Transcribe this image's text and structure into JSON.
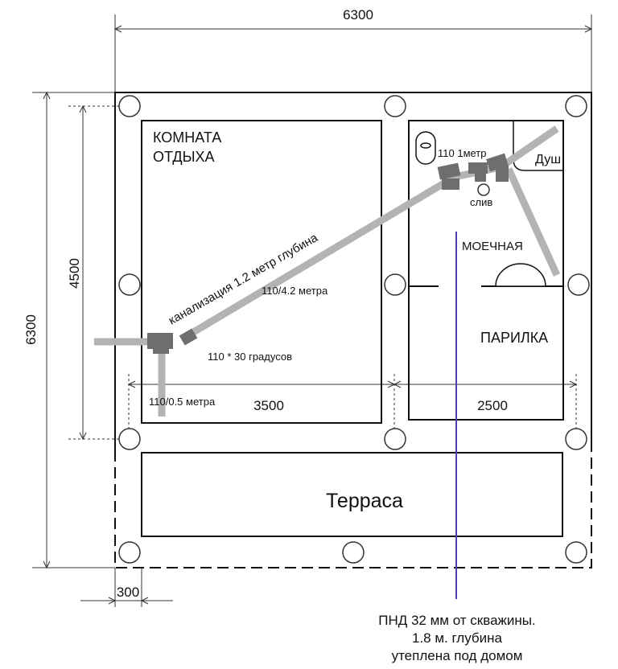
{
  "dimensions": {
    "top_width": "6300",
    "left_height": "6300",
    "inner_height": "4500",
    "room_width_left": "3500",
    "room_width_right": "2500",
    "post_offset": "300"
  },
  "rooms": {
    "rest_room_line1": "КОМНАТА",
    "rest_room_line2": "ОТДЫХА",
    "shower": "Душ",
    "washroom": "МОЕЧНАЯ",
    "steam_room": "ПАРИЛКА",
    "terrace": "Терраса"
  },
  "pipes": {
    "main_pipe_label": "канализация 1.2 метр глубина",
    "pipe_long": "110/4.2 метра",
    "pipe_short": "110 1метр",
    "drain": "слив",
    "pipe_angle": "110 * 30 градусов",
    "pipe_outlet": "110/0.5 метра"
  },
  "water_note": {
    "line1": "ПНД 32 мм от скважины.",
    "line2": "1.8 м. глубина",
    "line3": "утеплена под домом"
  },
  "colors": {
    "pipe": "#b3b3b3",
    "fitting": "#6e6e6e",
    "water_line": "#4a3fb5",
    "wall": "#111111"
  }
}
